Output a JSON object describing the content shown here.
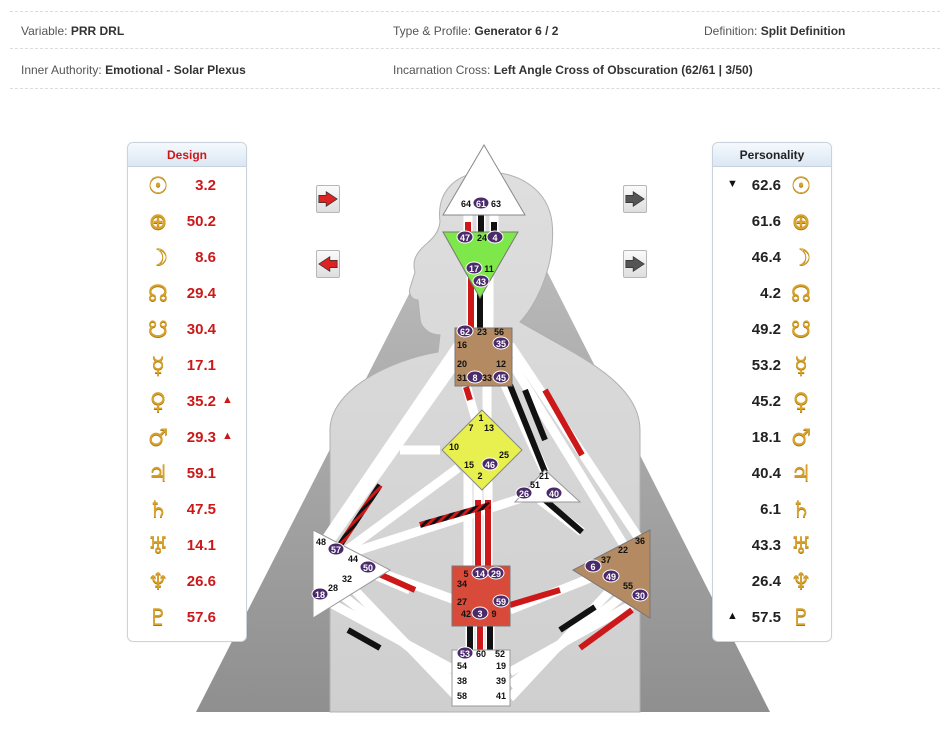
{
  "info": {
    "variable_label": "Variable:",
    "variable_value": "PRR DRL",
    "type_label": "Type & Profile:",
    "type_value": "Generator 6 / 2",
    "definition_label": "Definition:",
    "definition_value": "Split Definition",
    "authority_label": "Inner Authority:",
    "authority_value": "Emotional - Solar Plexus",
    "cross_label": "Incarnation Cross:",
    "cross_value": "Left Angle Cross of Obscuration (62/61 | 3/50)"
  },
  "design": {
    "title": "Design",
    "rows": [
      {
        "glyph": "☉",
        "icon": "sun-icon",
        "value": "3.2",
        "mark": ""
      },
      {
        "glyph": "⊕",
        "icon": "earth-icon",
        "value": "50.2",
        "mark": ""
      },
      {
        "glyph": "☽",
        "icon": "moon-icon",
        "value": "8.6",
        "mark": ""
      },
      {
        "glyph": "☊",
        "icon": "north-node-icon",
        "value": "29.4",
        "mark": ""
      },
      {
        "glyph": "☋",
        "icon": "south-node-icon",
        "value": "30.4",
        "mark": ""
      },
      {
        "glyph": "☿",
        "icon": "mercury-icon",
        "value": "17.1",
        "mark": ""
      },
      {
        "glyph": "♀",
        "icon": "venus-icon",
        "value": "35.2",
        "mark": "▲"
      },
      {
        "glyph": "♂",
        "icon": "mars-icon",
        "value": "29.3",
        "mark": "▲"
      },
      {
        "glyph": "♃",
        "icon": "jupiter-icon",
        "value": "59.1",
        "mark": ""
      },
      {
        "glyph": "♄",
        "icon": "saturn-icon",
        "value": "47.5",
        "mark": ""
      },
      {
        "glyph": "♅",
        "icon": "uranus-icon",
        "value": "14.1",
        "mark": ""
      },
      {
        "glyph": "♆",
        "icon": "neptune-icon",
        "value": "26.6",
        "mark": ""
      },
      {
        "glyph": "♇",
        "icon": "pluto-icon",
        "value": "57.6",
        "mark": ""
      }
    ]
  },
  "personality": {
    "title": "Personality",
    "rows": [
      {
        "glyph": "☉",
        "icon": "sun-icon",
        "value": "62.6",
        "mark": "▼"
      },
      {
        "glyph": "⊕",
        "icon": "earth-icon",
        "value": "61.6",
        "mark": ""
      },
      {
        "glyph": "☽",
        "icon": "moon-icon",
        "value": "46.4",
        "mark": ""
      },
      {
        "glyph": "☊",
        "icon": "north-node-icon",
        "value": "4.2",
        "mark": ""
      },
      {
        "glyph": "☋",
        "icon": "south-node-icon",
        "value": "49.2",
        "mark": ""
      },
      {
        "glyph": "☿",
        "icon": "mercury-icon",
        "value": "53.2",
        "mark": ""
      },
      {
        "glyph": "♀",
        "icon": "venus-icon",
        "value": "45.2",
        "mark": ""
      },
      {
        "glyph": "♂",
        "icon": "mars-icon",
        "value": "18.1",
        "mark": ""
      },
      {
        "glyph": "♃",
        "icon": "jupiter-icon",
        "value": "40.4",
        "mark": ""
      },
      {
        "glyph": "♄",
        "icon": "saturn-icon",
        "value": "6.1",
        "mark": ""
      },
      {
        "glyph": "♅",
        "icon": "uranus-icon",
        "value": "43.3",
        "mark": ""
      },
      {
        "glyph": "♆",
        "icon": "neptune-icon",
        "value": "26.4",
        "mark": ""
      },
      {
        "glyph": "♇",
        "icon": "pluto-icon",
        "value": "57.5",
        "mark": "▲"
      }
    ]
  },
  "colors": {
    "design": "#cc1818",
    "personality": "#111111",
    "planet_gold": "#d9a22a",
    "head_center": "#ffffff",
    "ajna_center": "#7ee84a",
    "throat_center": "#b38a62",
    "g_center": "#e8f050",
    "sacral_center": "#d84a3a",
    "solar_plexus_center": "#b38a62",
    "gate_badge": "#4a2a6a"
  },
  "nav": [
    {
      "name": "design-forward-button",
      "icon": "arrow-right-icon",
      "color": "#dd2222"
    },
    {
      "name": "design-back-button",
      "icon": "arrow-left-icon",
      "color": "#dd2222"
    },
    {
      "name": "personality-forward-button",
      "icon": "arrow-right-icon",
      "color": "#555555"
    },
    {
      "name": "personality-back-button",
      "icon": "arrow-right-icon",
      "color": "#555555"
    }
  ],
  "gates": {
    "head": [
      "64",
      "61",
      "63"
    ],
    "ajna": [
      "47",
      "24",
      "4",
      "17",
      "11",
      "43"
    ],
    "throat": [
      "62",
      "23",
      "56",
      "16",
      "35",
      "20",
      "12",
      "31",
      "8",
      "33",
      "45"
    ],
    "g": [
      "1",
      "7",
      "13",
      "10",
      "25",
      "15",
      "46",
      "2"
    ],
    "ego": [
      "21",
      "51",
      "26",
      "40"
    ],
    "spleen": [
      "48",
      "57",
      "44",
      "50",
      "32",
      "28",
      "18"
    ],
    "sacral": [
      "5",
      "14",
      "29",
      "34",
      "27",
      "59",
      "42",
      "3",
      "9"
    ],
    "solar_plexus": [
      "36",
      "22",
      "6",
      "37",
      "49",
      "55",
      "30"
    ],
    "root": [
      "53",
      "60",
      "52",
      "54",
      "19",
      "38",
      "39",
      "58",
      "41"
    ],
    "activated": [
      "61",
      "47",
      "4",
      "17",
      "43",
      "62",
      "35",
      "8",
      "45",
      "46",
      "26",
      "40",
      "57",
      "50",
      "18",
      "14",
      "29",
      "59",
      "3",
      "6",
      "49",
      "30",
      "53"
    ]
  }
}
